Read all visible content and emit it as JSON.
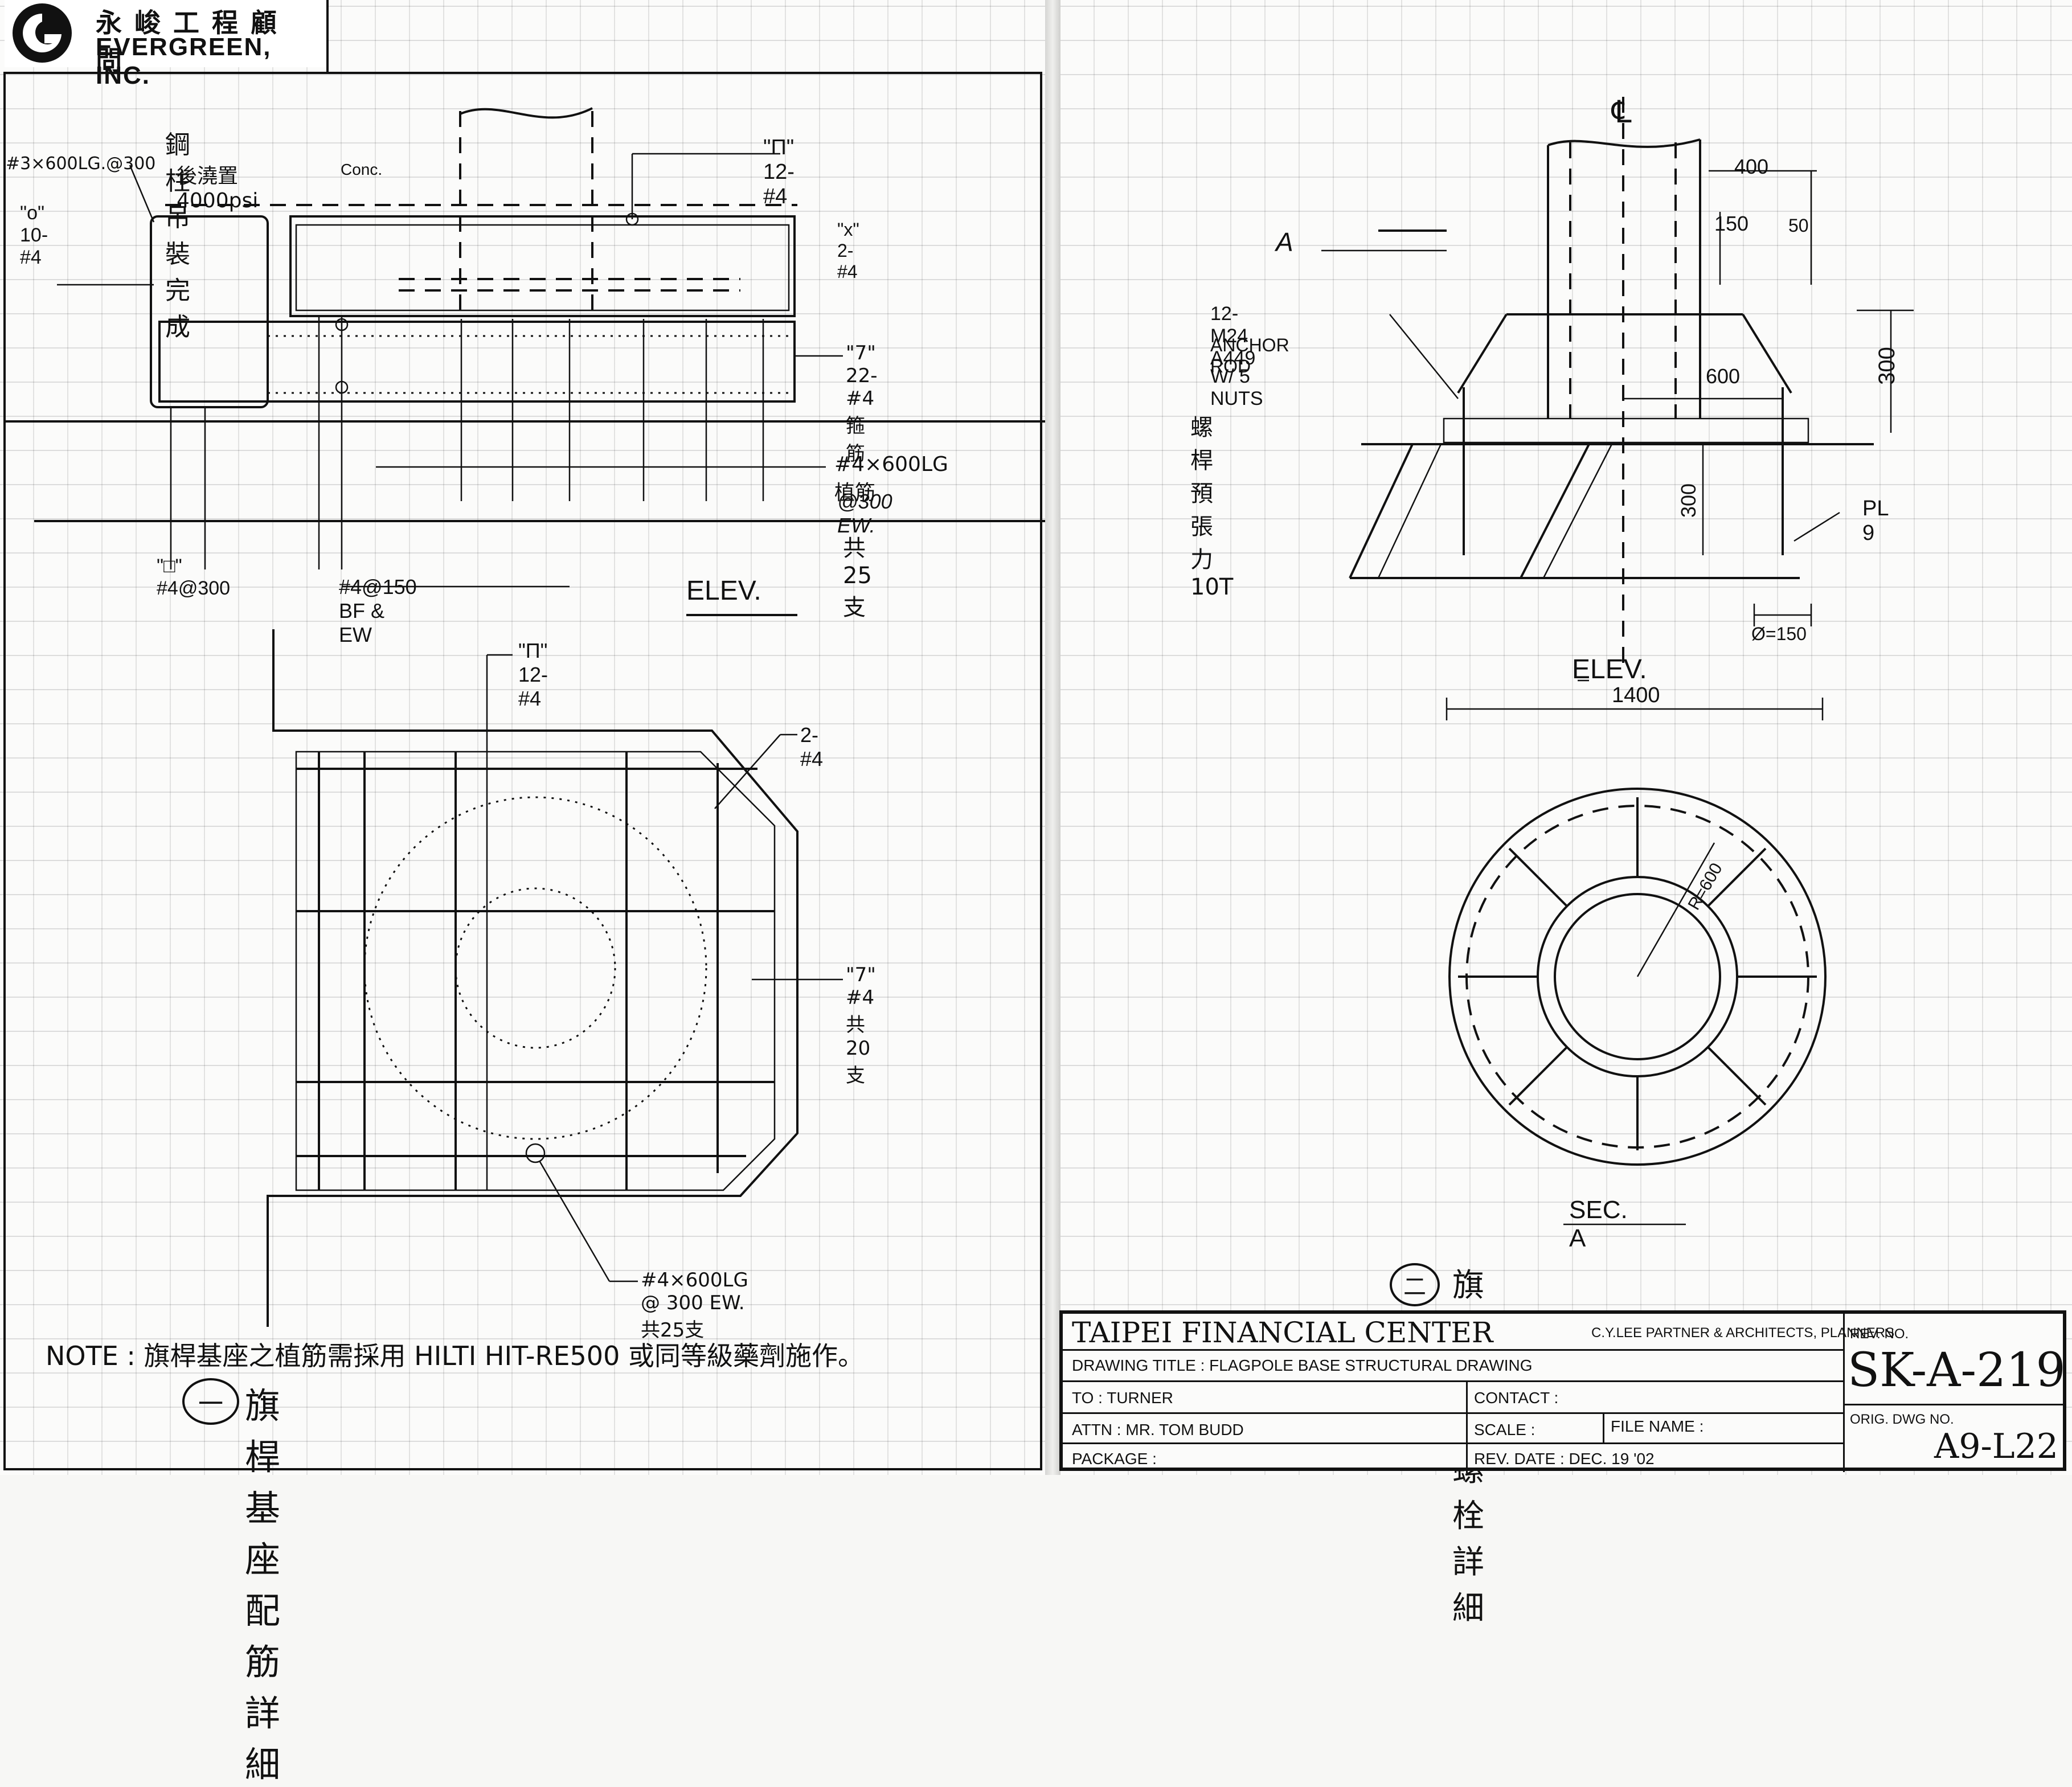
{
  "logo": {
    "chinese": "永峻工程顧問",
    "english": "EVERGREEN,  INC."
  },
  "left_drawing": {
    "elev_callouts": {
      "top_left_bar": "#3×600LG.@300",
      "concrete_note_cn": "鋼柱吊裝完成",
      "concrete_note_cn2": "後澆置4000psi",
      "concrete_note_en": "Conc.",
      "o_bars": "\"o\" 10-#4",
      "u_bars_top": "\"П\" 12-#4",
      "x_bars": "\"x\" 2-#4",
      "seven_bars": "\"7\" 22-#4 箍筋",
      "dowel_bars": "#4×600LG 植筋",
      "dowel_spacing": "@300  EW.",
      "dowel_count": "共25支",
      "square_bars": "\"□\" #4@300",
      "bf_ew": "#4@150  BF & EW",
      "view_label": "ELEV."
    },
    "plan_callouts": {
      "u_bars": "\"П\" 12-#4",
      "two_bars": "2-#4",
      "seven_bars": "\"7\" #4 共20支",
      "dowels": "#4×600LG @ 300 EW. 共25支"
    },
    "note": "NOTE : 旗桿基座之植筋需採用 HILTI  HIT-RE500 或同等級藥劑施作。",
    "detail_number": "一",
    "detail_title": "旗桿基座配筋詳細"
  },
  "right_drawing": {
    "centerline": "℄",
    "dim_400": "400",
    "dim_150": "150",
    "dim_50": "50",
    "dim_300_right": "300",
    "dim_600": "600",
    "dim_300_lower": "300",
    "section_mark": "A",
    "anchor_1": "12-M24 A449",
    "anchor_2": "ANCHOR ROD",
    "anchor_3": "W/  5 NUTS",
    "anchor_4": "螺桿預張力 10T",
    "plate": "PL 9",
    "dia": "Ø=150",
    "elev_label": "ELEV.",
    "dim_1400": "1400",
    "radius": "R=600",
    "section_label": "SEC. A",
    "detail_number": "二",
    "detail_title": "旗桿錨定螺栓詳細"
  },
  "title_block": {
    "project": "TAIPEI FINANCIAL CENTER",
    "firm": "C.Y.LEE PARTNER & ARCHITECTS, PLANNERS",
    "rev_no_label": "REV. NO.",
    "sheet": "SK-A-219",
    "drawing_title": "DRAWING TITLE :  FLAGPOLE BASE STRUCTURAL DRAWING",
    "to": "TO : TURNER",
    "contact": "CONTACT :",
    "orig_label": "ORIG. DWG NO.",
    "orig_no": "A9-L22",
    "attn": "ATTN : MR. TOM BUDD",
    "scale": "SCALE :",
    "file_name": "FILE NAME :",
    "package": "PACKAGE :",
    "rev_date": "REV. DATE :   DEC. 19 '02"
  }
}
